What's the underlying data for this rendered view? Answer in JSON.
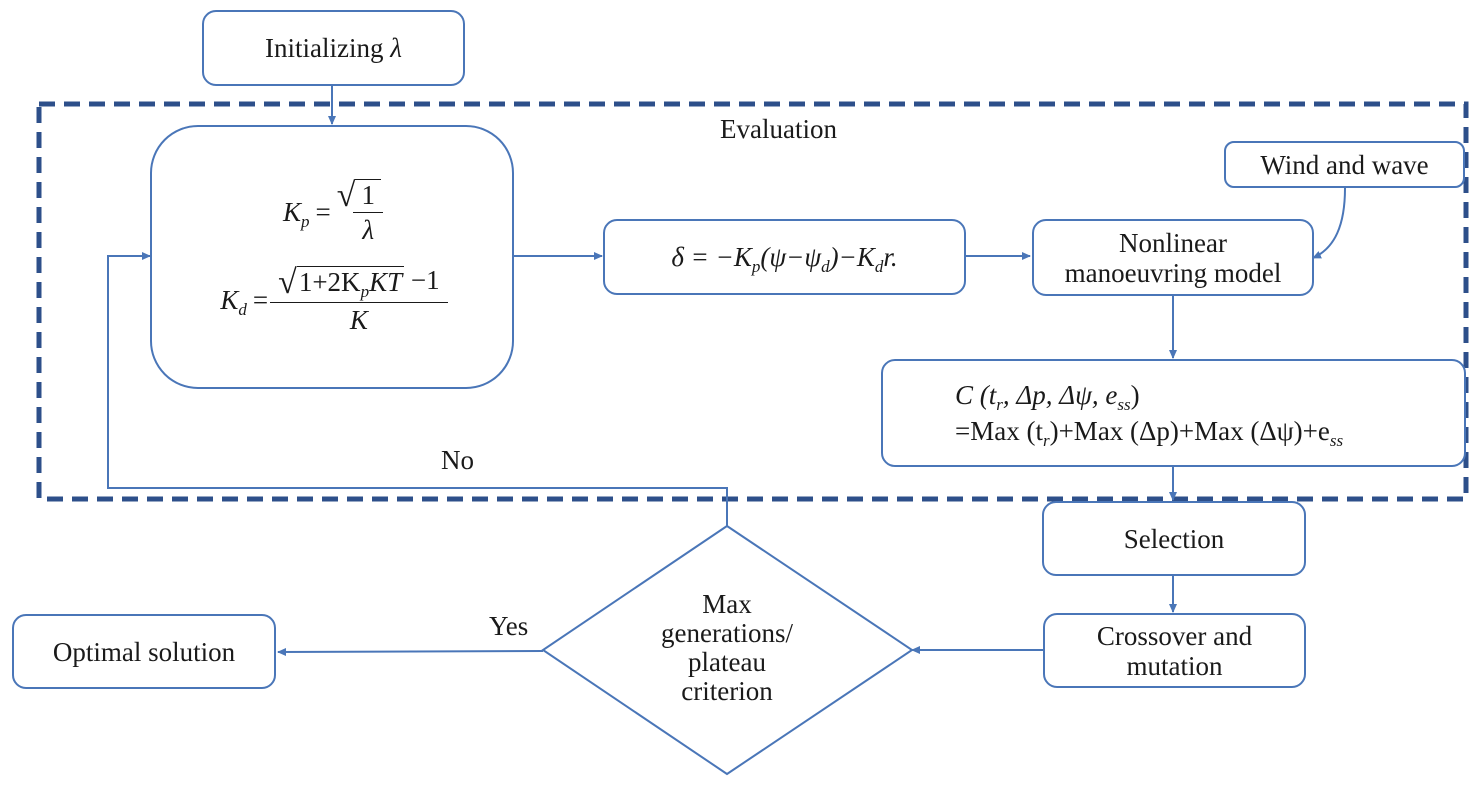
{
  "diagram": {
    "type": "flowchart",
    "colors": {
      "box_border": "#4a76b8",
      "arrow": "#4a76b8",
      "evaluation_frame": "#2d4f8a",
      "text": "#1a1a1a"
    },
    "nodes": {
      "init": {
        "label_text": "Initializing",
        "symbol": "λ"
      },
      "evaluation_title": "Evaluation",
      "gains": {
        "kp_lhs": "K",
        "kp_sub": "p",
        "eq": "=",
        "kp_num": "1",
        "kp_den": "λ",
        "kd_lhs": "K",
        "kd_sub": "d",
        "kd_rad_a": "1+2K",
        "kd_rad_sub": "p",
        "kd_rad_b": "KT",
        "kd_tail": " −1",
        "kd_den": "K"
      },
      "control_law": {
        "p1": "δ = −K",
        "s1": "p",
        "p2": "(ψ−ψ",
        "s2": "d",
        "p3": ")−K",
        "s3": "d",
        "p4": "r."
      },
      "wind": "Wind and wave",
      "model": {
        "line1": "Nonlinear",
        "line2": "manoeuvring model"
      },
      "cost": {
        "l1_a": "C (t",
        "l1_s1": "r",
        "l1_b": ", Δp, Δψ, e",
        "l1_s2": "ss",
        "l1_c": ")",
        "l2_a": "=Max (t",
        "l2_s1": "r",
        "l2_b": ")+Max (Δp)+Max (Δψ)+e",
        "l2_s2": "ss"
      },
      "selection": "Selection",
      "crossover": {
        "line1": "Crossover and",
        "line2": "mutation"
      },
      "decision": {
        "line1": "Max",
        "line2": "generations/",
        "line3": "plateau",
        "line4": "criterion"
      },
      "optimal": "Optimal solution"
    },
    "edge_labels": {
      "no": "No",
      "yes": "Yes"
    },
    "edges": [
      [
        "init",
        "gains"
      ],
      [
        "gains",
        "control_law"
      ],
      [
        "control_law",
        "model"
      ],
      [
        "wind",
        "model"
      ],
      [
        "model",
        "cost"
      ],
      [
        "cost",
        "selection"
      ],
      [
        "selection",
        "crossover"
      ],
      [
        "crossover",
        "decision"
      ],
      [
        "decision",
        "optimal",
        "Yes"
      ],
      [
        "decision",
        "gains",
        "No"
      ]
    ]
  }
}
